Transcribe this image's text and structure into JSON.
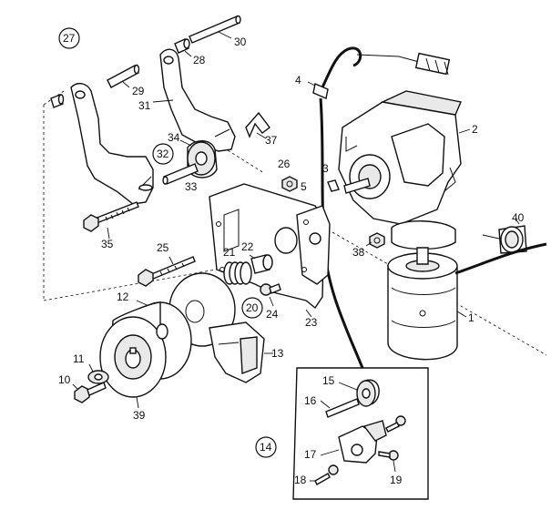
{
  "callouts": [
    {
      "key": "c27",
      "text": "27"
    },
    {
      "key": "c30",
      "text": "30"
    },
    {
      "key": "c28",
      "text": "28"
    },
    {
      "key": "c29",
      "text": "29"
    },
    {
      "key": "c31",
      "text": "31"
    },
    {
      "key": "c34",
      "text": "34"
    },
    {
      "key": "c32",
      "text": "32"
    },
    {
      "key": "c33",
      "text": "33"
    },
    {
      "key": "c37",
      "text": "37"
    },
    {
      "key": "c35",
      "text": "35"
    },
    {
      "key": "c4",
      "text": "4"
    },
    {
      "key": "c2",
      "text": "2"
    },
    {
      "key": "c26",
      "text": "26"
    },
    {
      "key": "c3",
      "text": "3"
    },
    {
      "key": "c5",
      "text": "5"
    },
    {
      "key": "c40",
      "text": "40"
    },
    {
      "key": "c25",
      "text": "25"
    },
    {
      "key": "c21",
      "text": "21"
    },
    {
      "key": "c22",
      "text": "22"
    },
    {
      "key": "c38",
      "text": "38"
    },
    {
      "key": "c12",
      "text": "12"
    },
    {
      "key": "c20",
      "text": "20"
    },
    {
      "key": "c24",
      "text": "24"
    },
    {
      "key": "c23",
      "text": "23"
    },
    {
      "key": "c1",
      "text": "1"
    },
    {
      "key": "c13",
      "text": "13"
    },
    {
      "key": "c11",
      "text": "11"
    },
    {
      "key": "c10",
      "text": "10"
    },
    {
      "key": "c39",
      "text": "39"
    },
    {
      "key": "c15",
      "text": "15"
    },
    {
      "key": "c16",
      "text": "16"
    },
    {
      "key": "c14",
      "text": "14"
    },
    {
      "key": "c17",
      "text": "17"
    },
    {
      "key": "c18",
      "text": "18"
    },
    {
      "key": "c19",
      "text": "19"
    }
  ]
}
